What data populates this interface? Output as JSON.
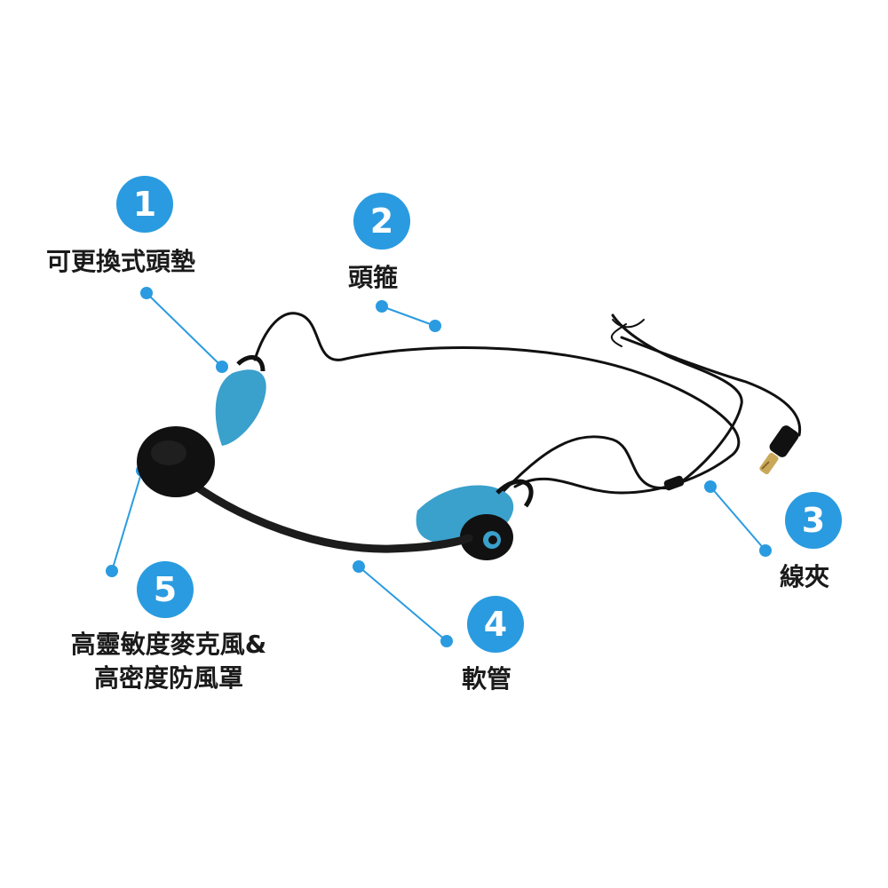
{
  "colors": {
    "accent": "#2a9be0",
    "pad": "#3aa0cc",
    "cable": "#111111",
    "text": "#1a1a1a"
  },
  "callouts": [
    {
      "number": "1",
      "label": "可更換式頭墊"
    },
    {
      "number": "2",
      "label": "頭箍"
    },
    {
      "number": "3",
      "label": "線夾"
    },
    {
      "number": "4",
      "label": "軟管"
    },
    {
      "number": "5",
      "label_lines": [
        "高靈敏度麥克風&",
        "高密度防風罩"
      ]
    }
  ]
}
